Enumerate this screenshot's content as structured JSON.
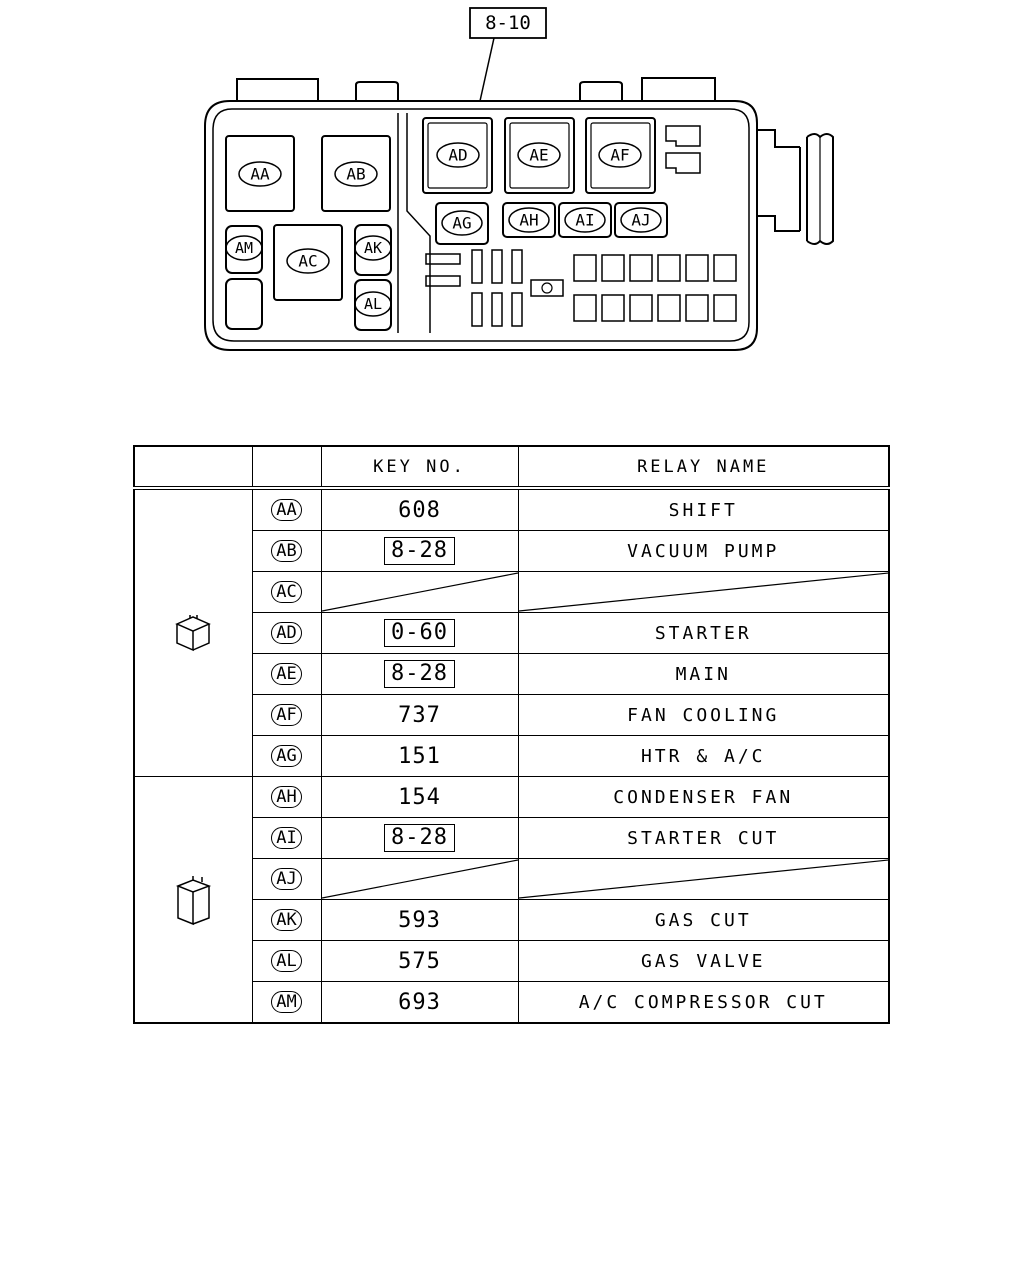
{
  "diagram": {
    "callout": "8-10",
    "relays": {
      "AA": "AA",
      "AB": "AB",
      "AC": "AC",
      "AD": "AD",
      "AE": "AE",
      "AF": "AF",
      "AG": "AG",
      "AH": "AH",
      "AI": "AI",
      "AJ": "AJ",
      "AK": "AK",
      "AL": "AL",
      "AM": "AM"
    }
  },
  "table": {
    "headers": {
      "key_no": "KEY NO.",
      "relay_name": "RELAY NAME"
    },
    "rows": [
      {
        "code": "AA",
        "key": "608",
        "key_boxed": false,
        "name": "SHIFT"
      },
      {
        "code": "AB",
        "key": "8-28",
        "key_boxed": true,
        "name": "VACUUM PUMP"
      },
      {
        "code": "AC",
        "key": null,
        "key_boxed": false,
        "name": null
      },
      {
        "code": "AD",
        "key": "0-60",
        "key_boxed": true,
        "name": "STARTER"
      },
      {
        "code": "AE",
        "key": "8-28",
        "key_boxed": true,
        "name": "MAIN"
      },
      {
        "code": "AF",
        "key": "737",
        "key_boxed": false,
        "name": "FAN COOLING"
      },
      {
        "code": "AG",
        "key": "151",
        "key_boxed": false,
        "name": "HTR & A/C"
      },
      {
        "code": "AH",
        "key": "154",
        "key_boxed": false,
        "name": "CONDENSER FAN"
      },
      {
        "code": "AI",
        "key": "8-28",
        "key_boxed": true,
        "name": "STARTER CUT"
      },
      {
        "code": "AJ",
        "key": null,
        "key_boxed": false,
        "name": null
      },
      {
        "code": "AK",
        "key": "593",
        "key_boxed": false,
        "name": "GAS CUT"
      },
      {
        "code": "AL",
        "key": "575",
        "key_boxed": false,
        "name": "GAS VALVE"
      },
      {
        "code": "AM",
        "key": "693",
        "key_boxed": false,
        "name": "A/C COMPRESSOR CUT"
      }
    ],
    "groups": [
      {
        "icon": "cube-relay-icon",
        "rows": 7
      },
      {
        "icon": "tall-relay-icon",
        "rows": 6
      }
    ]
  }
}
